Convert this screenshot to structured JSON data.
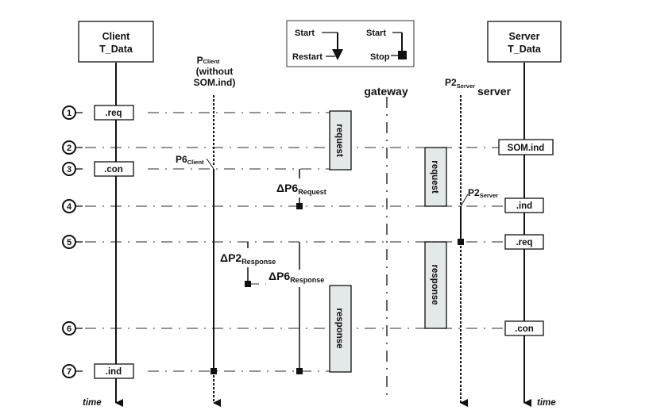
{
  "legend": {
    "start1": "Start",
    "restart": "Restart",
    "start2": "Start",
    "stop": "Stop"
  },
  "entities": {
    "client_title1": "Client",
    "client_title2": "T_Data",
    "server_title1": "Server",
    "server_title2": "T_Data",
    "pclient_main": "P",
    "pclient_sub": "Client",
    "pclient_line2": "(without",
    "pclient_line3": "SOM.ind)",
    "gateway": "gateway",
    "p2server_main": "P2",
    "p2server_sub": "Server",
    "server": "server"
  },
  "steps": [
    "1",
    "2",
    "3",
    "4",
    "5",
    "6",
    "7"
  ],
  "client_primitives": [
    ".req",
    ".con",
    ".ind"
  ],
  "server_primitives": [
    "SOM.ind",
    ".ind",
    ".req",
    ".con"
  ],
  "messages": {
    "request": "request",
    "response": "response"
  },
  "timers": {
    "p6client_main": "P6",
    "p6client_sub": "Client",
    "p2server_main": "P2",
    "p2server_sub": "Server",
    "dp6req_main": "ΔP6",
    "dp6req_sub": "Request",
    "dp2resp_main": "ΔP2",
    "dp2resp_sub": "Response",
    "dp6resp_main": "ΔP6",
    "dp6resp_sub": "Response"
  },
  "time_label": "time",
  "colors": {
    "line": "#111111",
    "dash": "#555555",
    "message_fill": "#e3e8e8"
  }
}
